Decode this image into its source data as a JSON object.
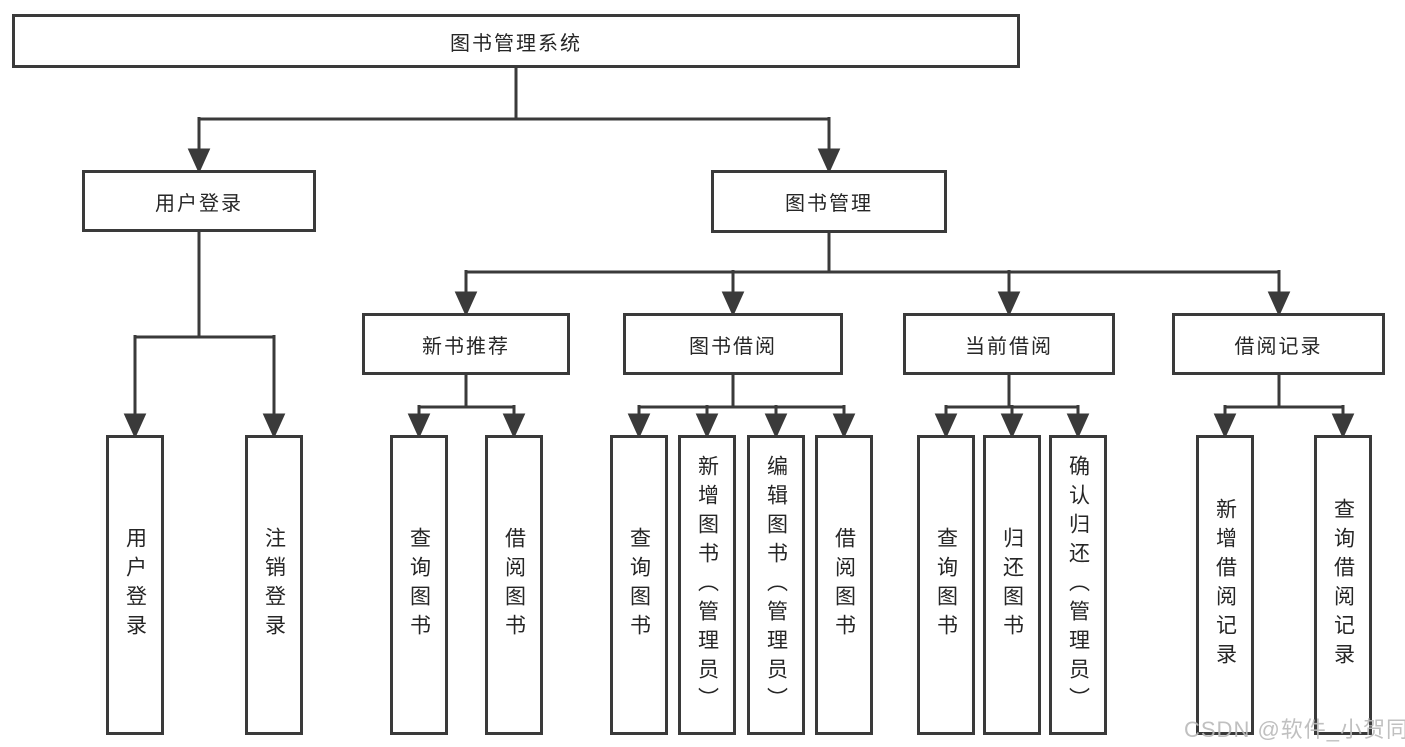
{
  "colors": {
    "line": "#3a3a3a",
    "box_border": "#3a3a3a",
    "box_background": "#ffffff",
    "text": "#262626",
    "watermark": "#bbbbbb"
  },
  "watermark": "CSDN @软件_小贺同学",
  "tree": {
    "root": {
      "label": "图书管理系统"
    },
    "children": [
      {
        "label": "用户登录",
        "children": [
          {
            "label": "用户登录"
          },
          {
            "label": "注销登录"
          }
        ]
      },
      {
        "label": "图书管理",
        "children": [
          {
            "label": "新书推荐",
            "children": [
              {
                "label": "查询图书"
              },
              {
                "label": "借阅图书"
              }
            ]
          },
          {
            "label": "图书借阅",
            "children": [
              {
                "label": "查询图书"
              },
              {
                "label": "新增图书（管理员）"
              },
              {
                "label": "编辑图书（管理员）"
              },
              {
                "label": "借阅图书"
              }
            ]
          },
          {
            "label": "当前借阅",
            "children": [
              {
                "label": "查询图书"
              },
              {
                "label": "归还图书"
              },
              {
                "label": "确认归还（管理员）"
              }
            ]
          },
          {
            "label": "借阅记录",
            "children": [
              {
                "label": "新增借阅记录"
              },
              {
                "label": "查询借阅记录"
              }
            ]
          }
        ]
      }
    ]
  }
}
